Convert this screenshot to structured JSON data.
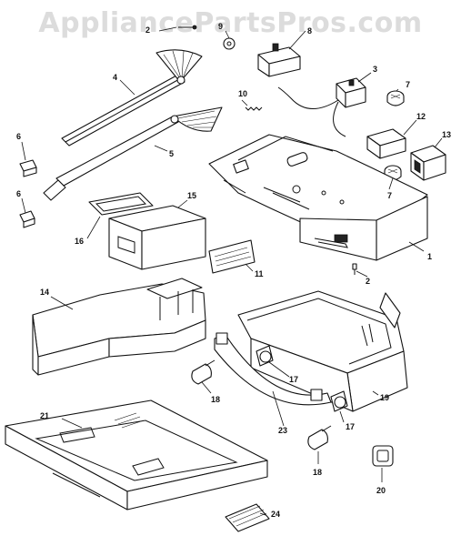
{
  "watermark": "AppliancePartsPros.com",
  "callouts": {
    "p1": "1",
    "p2a": "2",
    "p2b": "2",
    "p3": "3",
    "p4": "4",
    "p5": "5",
    "p6a": "6",
    "p6b": "6",
    "p7a": "7",
    "p7b": "7",
    "p8": "8",
    "p9": "9",
    "p10": "10",
    "p11": "11",
    "p12": "12",
    "p13": "13",
    "p14": "14",
    "p15": "15",
    "p16": "16",
    "p17a": "17",
    "p17b": "17",
    "p18a": "18",
    "p18b": "18",
    "p19": "19",
    "p20": "20",
    "p21": "21",
    "p23": "23",
    "p24": "24"
  }
}
